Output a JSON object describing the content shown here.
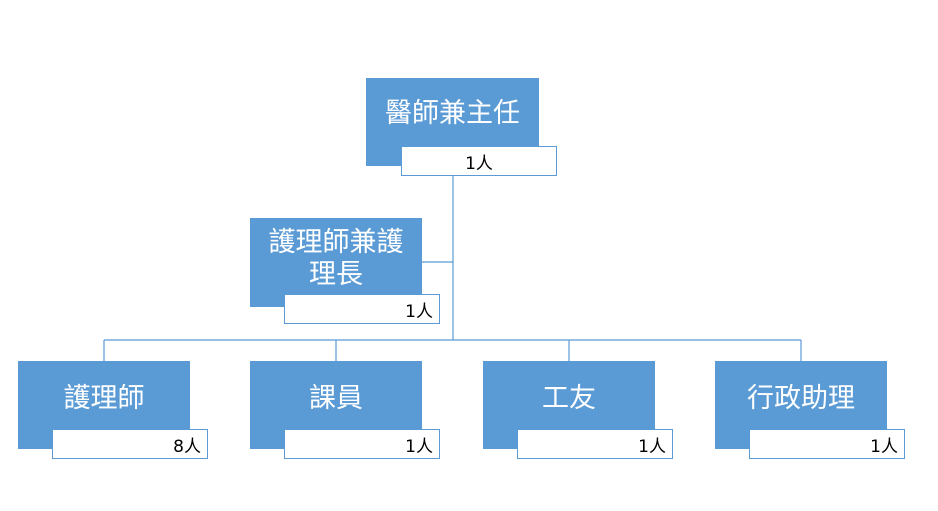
{
  "colors": {
    "box_fill": "#5b9bd5",
    "box_text": "#ffffff",
    "line": "#5b9bd5",
    "count_border": "#5b9bd5"
  },
  "org_chart": {
    "top": {
      "title": "醫師兼主任",
      "count": "1人"
    },
    "assistant": {
      "title_line1": "護理師兼護",
      "title_line2": "理長",
      "count": "1人"
    },
    "staff": [
      {
        "title": "護理師",
        "count": "8人"
      },
      {
        "title": "課員",
        "count": "1人"
      },
      {
        "title": "工友",
        "count": "1人"
      },
      {
        "title": "行政助理",
        "count": "1人"
      }
    ]
  }
}
